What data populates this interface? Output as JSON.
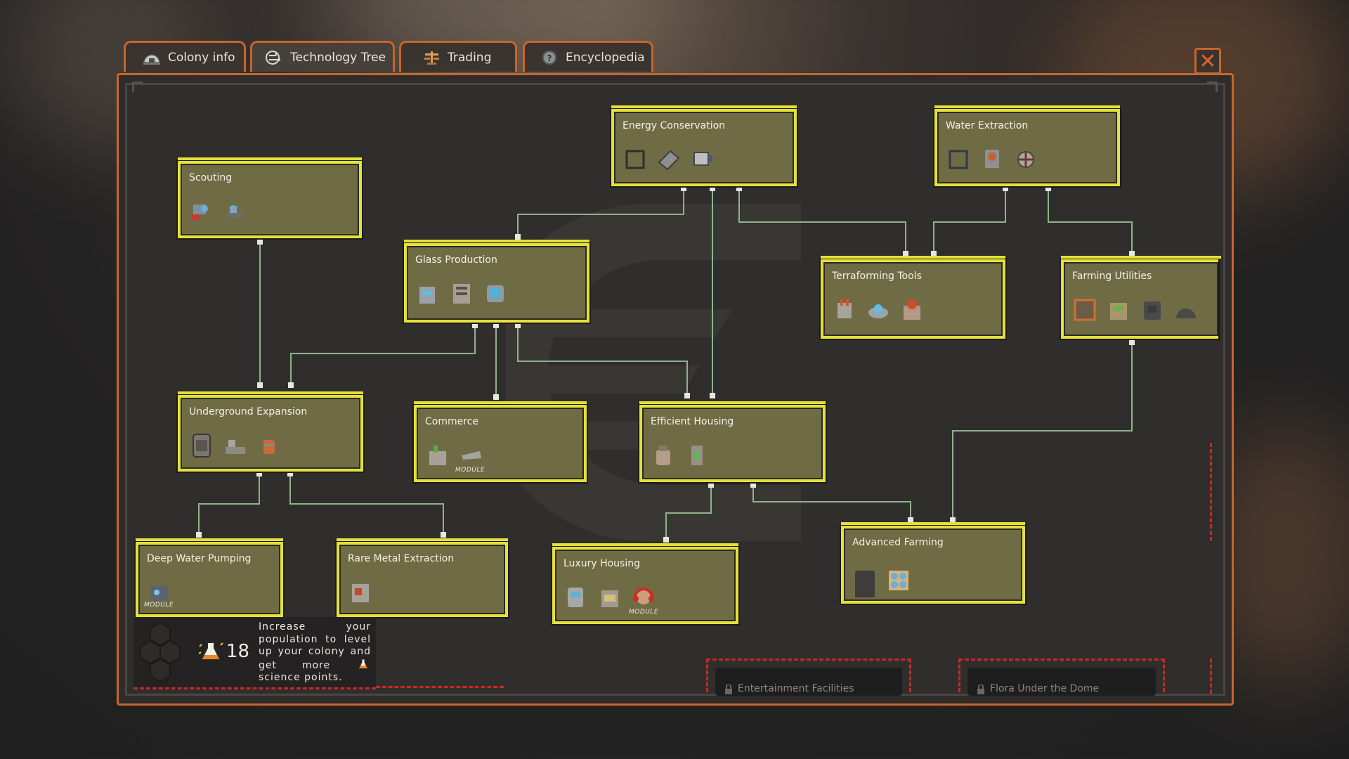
{
  "tabs": [
    {
      "label": "Colony info",
      "icon": "dome-icon"
    },
    {
      "label": "Technology Tree",
      "icon": "circuit-icon"
    },
    {
      "label": "Trading",
      "icon": "scales-icon"
    },
    {
      "label": "Encyclopedia",
      "icon": "help-gear-icon"
    }
  ],
  "close_label": "✕",
  "nodes": {
    "scouting": {
      "title": "Scouting"
    },
    "energy": {
      "title": "Energy Conservation"
    },
    "water": {
      "title": "Water Extraction"
    },
    "glass": {
      "title": "Glass Production"
    },
    "terraforming": {
      "title": "Terraforming Tools"
    },
    "farming_util": {
      "title": "Farming Utilities"
    },
    "underground": {
      "title": "Underground Expansion"
    },
    "commerce": {
      "title": "Commerce",
      "badge": "MODULE"
    },
    "efficient": {
      "title": "Efficient Housing"
    },
    "deep_water": {
      "title": "Deep Water Pumping",
      "badge": "MODULE"
    },
    "rare_metal": {
      "title": "Rare Metal Extraction"
    },
    "luxury": {
      "title": "Luxury Housing",
      "badge": "MODULE"
    },
    "adv_farming": {
      "title": "Advanced Farming"
    }
  },
  "locked": {
    "entertainment": "Entertainment Facilities",
    "flora": "Flora Under the Dome"
  },
  "science": {
    "points": "18",
    "message_part1": "Increase your population to level up your colony and get more",
    "message_part2": "science points."
  },
  "colors": {
    "frame_orange": "#c9652a",
    "node_yellow": "#e4e03b",
    "node_fill": "#6f6c45",
    "line_green": "#8fb28a",
    "locked_red": "#c42a24"
  }
}
